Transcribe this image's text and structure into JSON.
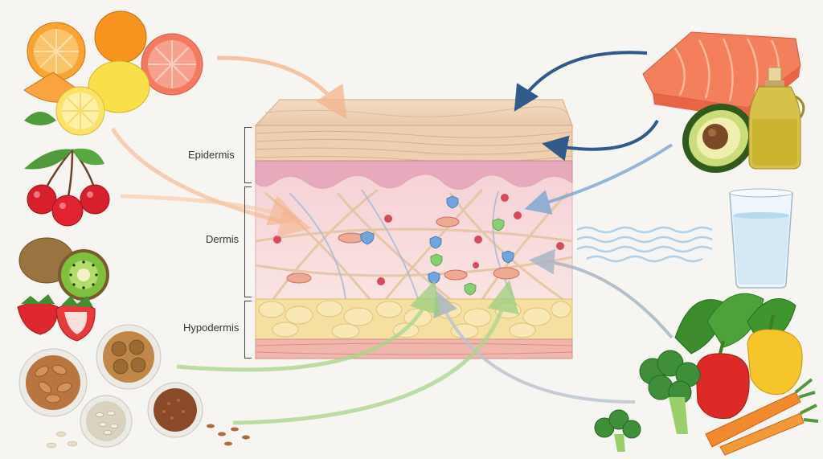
{
  "diagram": {
    "layers": [
      {
        "id": "epidermis",
        "label": "Epidermis"
      },
      {
        "id": "dermis",
        "label": "Dermis"
      },
      {
        "id": "hypodermis",
        "label": "Hypodermis"
      }
    ],
    "foods_left": [
      "citrus-fruits",
      "cherries",
      "kiwi-strawberries",
      "nuts-and-seeds"
    ],
    "foods_right": [
      "salmon",
      "avocado",
      "olive-oil",
      "glass-of-water",
      "vegetables"
    ],
    "colors": {
      "vitamin_c_arrow": "#f4b48c",
      "omega_arrow": "#2f5a8a",
      "mineral_arrow": "#a8d68c",
      "water_wave": "#9cc6e6",
      "vegetable_arrow": "#b9c3d0"
    }
  }
}
